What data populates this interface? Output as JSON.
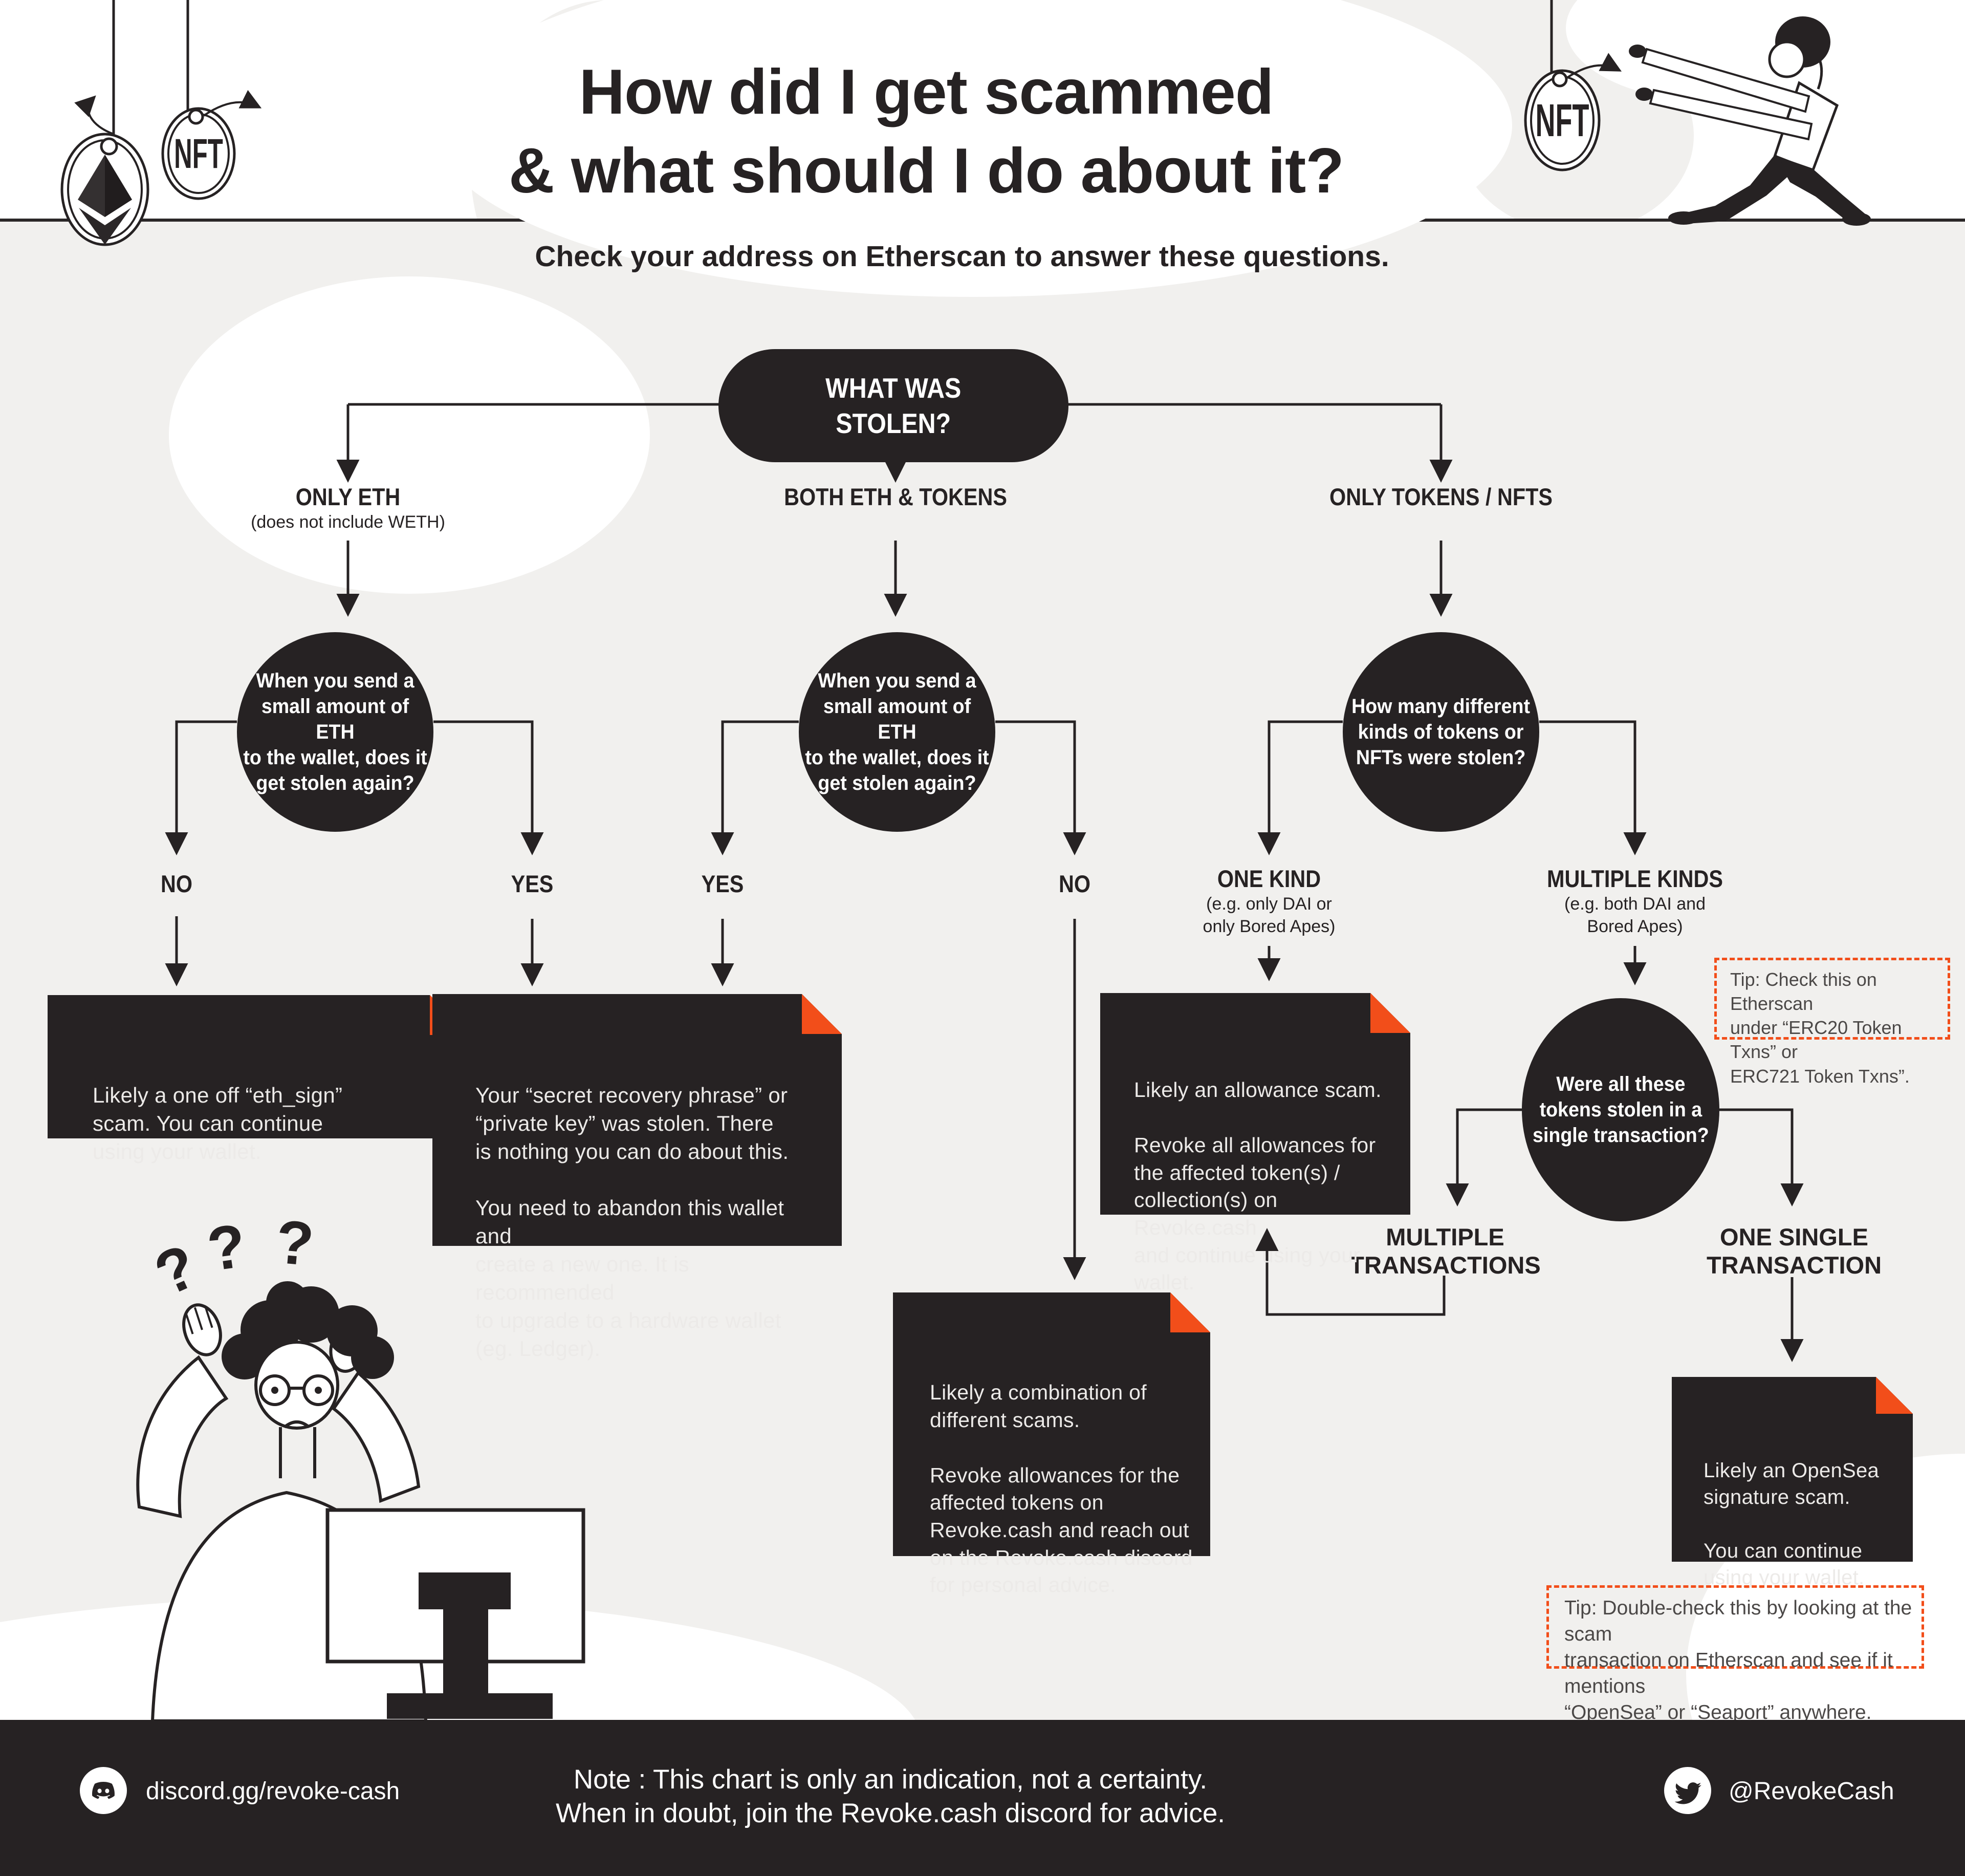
{
  "theme": {
    "bg": "#f1f0ee",
    "ink": "#262223",
    "accent": "#f24e1a",
    "paper": "#ffffff"
  },
  "header": {
    "title": "How did I get scammed\n& what should I do about it?",
    "subtitle": "Check your address on Etherscan to answer these questions."
  },
  "flow": {
    "root": "WHAT WAS\nSTOLEN?",
    "branch_only_eth": "ONLY ETH",
    "branch_only_eth_note": "(does not include WETH)",
    "branch_both": "BOTH ETH & TOKENS",
    "branch_tokens": "ONLY TOKENS / NFTS",
    "q_send_eth": "When you send a\nsmall amount of ETH\nto the wallet, does it\nget stolen again?",
    "q_send_eth_2": "When you send a\nsmall amount of ETH\nto the wallet, does it\nget stolen again?",
    "q_kinds": "How many different\nkinds of tokens or\nNFTs were stolen?",
    "q_single_tx": "Were all these\ntokens stolen in a\nsingle transaction?",
    "ans_no": "NO",
    "ans_yes": "YES",
    "ans_yes2": "YES",
    "ans_no2": "NO",
    "ans_one_kind": "ONE KIND",
    "ans_one_kind_note": "(e.g. only DAI or\nonly Bored Apes)",
    "ans_multiple_kinds": "MULTIPLE KINDS",
    "ans_multiple_kinds_note": "(e.g. both DAI and\nBored Apes)",
    "ans_multiple_tx": "MULTIPLE\nTRANSACTIONS",
    "ans_one_tx": "ONE SINGLE\nTRANSACTION",
    "outcome_eth_sign": "Likely a one off “eth_sign”\nscam. You can continue\nusing your wallet.",
    "outcome_seed": "Your “secret recovery phrase” or\n“private key” was stolen. There\nis nothing you can do about this.\n\nYou need to abandon this wallet and\ncreate a new one. It is recommended\nto upgrade to a hardware wallet\n(eg. Ledger).",
    "outcome_combo": "Likely a combination of\ndifferent scams.\n\nRevoke allowances for the\naffected tokens on\nRevoke.cash and reach out\non the Revoke.cash discord\nfor personal advice.",
    "outcome_allowance": "Likely an allowance scam.\n\nRevoke all allowances for\nthe affected token(s) /\ncollection(s) on Revoke.cash\nand continue using your\nwallet.",
    "outcome_opensea": "Likely an OpenSea\nsignature scam.\n\nYou can continue\nusing your wallet.",
    "tip_erc20": "Tip: Check this on Etherscan\nunder “ERC20 Token Txns” or\nERC721 Token Txns”.",
    "tip_opensea": "Tip: Double-check this by looking at the scam\ntransaction on Etherscan and see if it mentions\n“OpenSea” or “Seaport” anywhere."
  },
  "decor": {
    "nft_tag_left": "NFT",
    "nft_tag_right": "NFT"
  },
  "footer": {
    "discord": "discord.gg/revoke-cash",
    "note": "Note : This chart is only an indication, not a certainty.\nWhen in doubt, join the Revoke.cash discord for advice.",
    "twitter": "@RevokeCash"
  }
}
